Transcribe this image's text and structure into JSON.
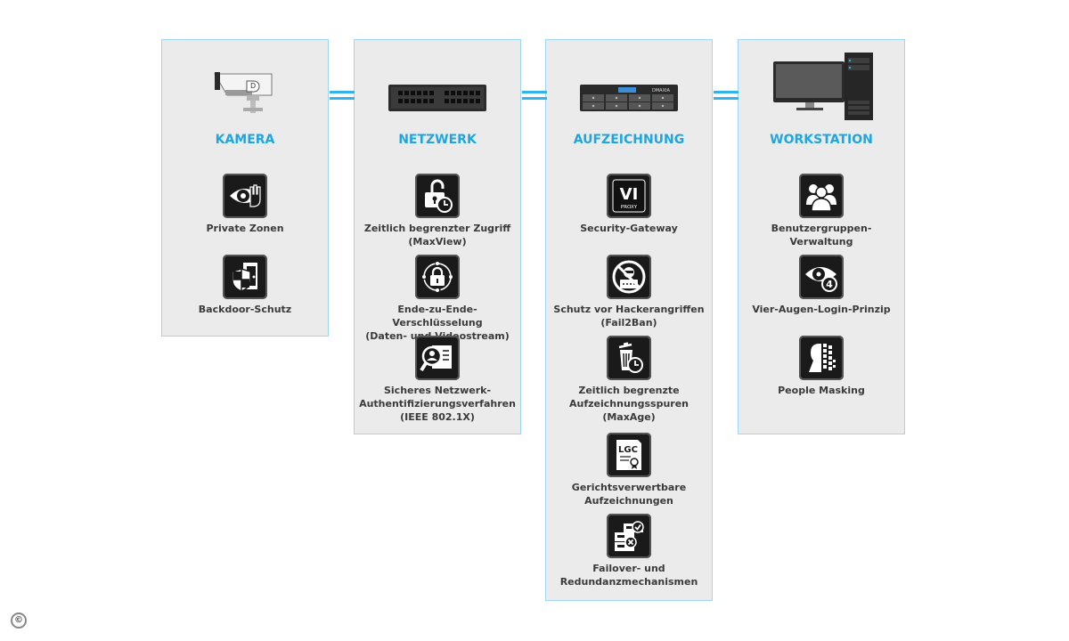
{
  "columns": [
    {
      "title": "KAMERA",
      "device": "camera-icon",
      "features": [
        {
          "label": "Private Zonen",
          "icon": "eye-hand-icon"
        },
        {
          "label": "Backdoor-Schutz",
          "icon": "shield-door-icon"
        }
      ]
    },
    {
      "title": "NETZWERK",
      "device": "switch-icon",
      "features": [
        {
          "label": "Zeitlich begrenzter Zugriff\n(MaxView)",
          "icon": "unlock-timer-icon"
        },
        {
          "label": "Ende-zu-Ende-Verschlüsselung\n(Daten- und Videostream)",
          "icon": "lock-cycle-icon"
        },
        {
          "label": "Sicheres Netzwerk-\nAuthentifizierungsverfahren\n(IEEE 802.1X)",
          "icon": "id-magnifier-icon"
        }
      ]
    },
    {
      "title": "AUFZEICHNUNG",
      "device": "recorder-icon",
      "device_brand": "DMAXIA",
      "features": [
        {
          "label": "Security-Gateway",
          "icon": "vi-proxy-icon",
          "icon_text": "VI",
          "icon_subtext": "PROXY"
        },
        {
          "label": "Schutz vor Hackerangriffen\n(Fail2Ban)",
          "icon": "no-hacker-icon"
        },
        {
          "label": "Zeitlich begrenzte\nAufzeichnungsspuren\n(MaxAge)",
          "icon": "trash-timer-icon"
        },
        {
          "label": "Gerichtsverwertbare\nAufzeichnungen",
          "icon": "lgc-certificate-icon",
          "icon_text": "LGC"
        },
        {
          "label": "Failover- und\nRedundanzmechanismen",
          "icon": "server-failover-icon"
        }
      ]
    },
    {
      "title": "WORKSTATION",
      "device": "workstation-icon",
      "features": [
        {
          "label": "Benutzergruppen-Verwaltung",
          "icon": "user-group-icon"
        },
        {
          "label": "Vier-Augen-Login-Prinzip",
          "icon": "eye-four-icon",
          "icon_text": "4"
        },
        {
          "label": "People Masking",
          "icon": "person-mask-icon"
        }
      ]
    }
  ],
  "footer": {
    "copyright": "©"
  },
  "colors": {
    "accent": "#1fa6e0",
    "panel": "#ebebeb",
    "border": "#9fd6f2",
    "icon_bg": "#1a1a1a"
  }
}
